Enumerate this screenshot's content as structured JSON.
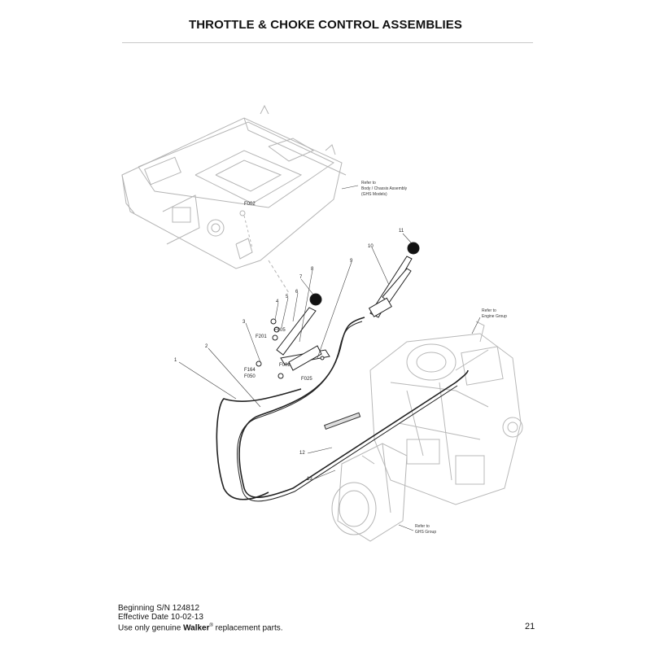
{
  "page": {
    "title": "THROTTLE & CHOKE CONTROL ASSEMBLIES",
    "page_number": "21"
  },
  "callouts": {
    "c1": "1",
    "c2": "2",
    "c3": "3",
    "c4": "4",
    "c5": "5",
    "c6": "6",
    "c7": "7",
    "c8": "8",
    "c9": "9",
    "c10": "10",
    "c11": "11",
    "c12": "12",
    "c13": "13",
    "f002_top": "F002",
    "f002_low": "F002",
    "f005": "F005",
    "f201": "F201",
    "f164": "F164",
    "f050": "F050",
    "f025": "F025"
  },
  "references": {
    "body_1": "Refer to",
    "body_2": "Body / Chassis Assembly",
    "body_3": "(GHS Models)",
    "engine_1": "Refer to",
    "engine_2": "Engine Group",
    "ghs_1": "Refer to",
    "ghs_2": "GHS Group"
  },
  "footer": {
    "serial": "Beginning S/N 124812",
    "effective": "Effective Date 10-02-13",
    "notice_prefix": "Use only genuine ",
    "brand": "Walker",
    "notice_suffix": " replacement parts."
  }
}
